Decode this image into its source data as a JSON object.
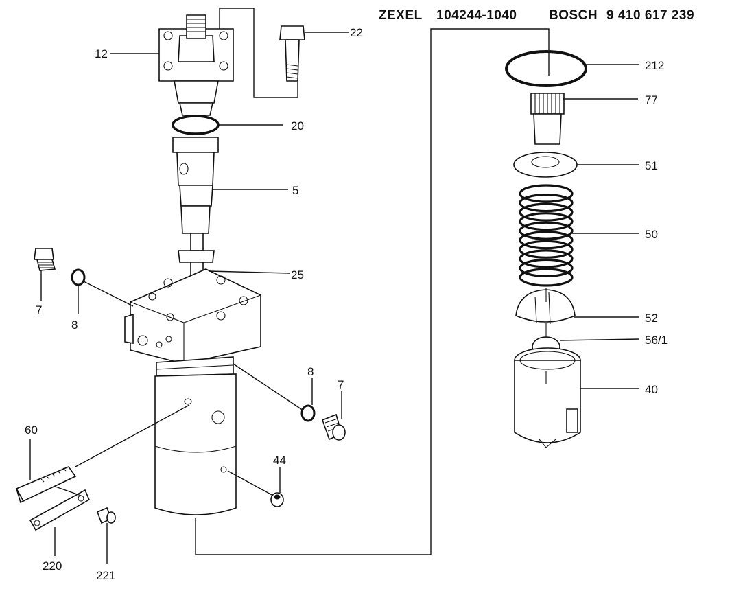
{
  "header": {
    "brand1": "ZEXEL",
    "number1": "104244-1040",
    "brand2": "BOSCH",
    "number2": "9 410 617 239"
  },
  "callouts": [
    {
      "id": "c12",
      "label": "12"
    },
    {
      "id": "c22",
      "label": "22"
    },
    {
      "id": "c20",
      "label": "20"
    },
    {
      "id": "c5",
      "label": "5"
    },
    {
      "id": "c25",
      "label": "25"
    },
    {
      "id": "c7a",
      "label": "7"
    },
    {
      "id": "c8a",
      "label": "8"
    },
    {
      "id": "c8b",
      "label": "8"
    },
    {
      "id": "c7b",
      "label": "7"
    },
    {
      "id": "c44",
      "label": "44"
    },
    {
      "id": "c60",
      "label": "60"
    },
    {
      "id": "c220",
      "label": "220"
    },
    {
      "id": "c221",
      "label": "221"
    },
    {
      "id": "c212",
      "label": "212"
    },
    {
      "id": "c77",
      "label": "77"
    },
    {
      "id": "c51",
      "label": "51"
    },
    {
      "id": "c50",
      "label": "50"
    },
    {
      "id": "c52",
      "label": "52"
    },
    {
      "id": "c56",
      "label": "56/1"
    },
    {
      "id": "c40",
      "label": "40"
    }
  ]
}
